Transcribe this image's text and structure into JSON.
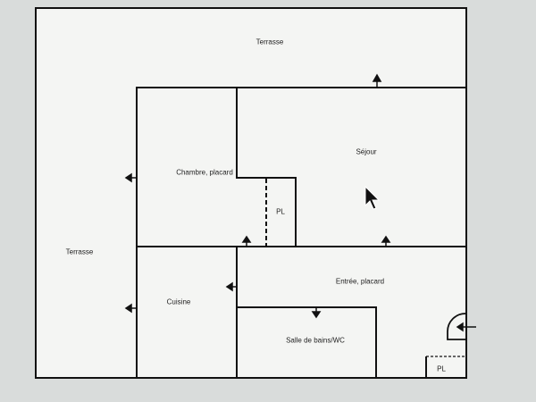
{
  "plan": {
    "labels": {
      "terrasse_top": "Terrasse",
      "terrasse_left": "Terrasse",
      "sejour": "Séjour",
      "chambre": "Chambre, placard",
      "pl_chambre": "PL",
      "entree": "Entrée, placard",
      "cuisine": "Cuisine",
      "salle_de_bains": "Salle de bains/WC",
      "pl_entree": "PL"
    }
  },
  "colors": {
    "screen_background": "#d9dcdb",
    "paper": "#f4f5f3",
    "wall": "#111111"
  }
}
